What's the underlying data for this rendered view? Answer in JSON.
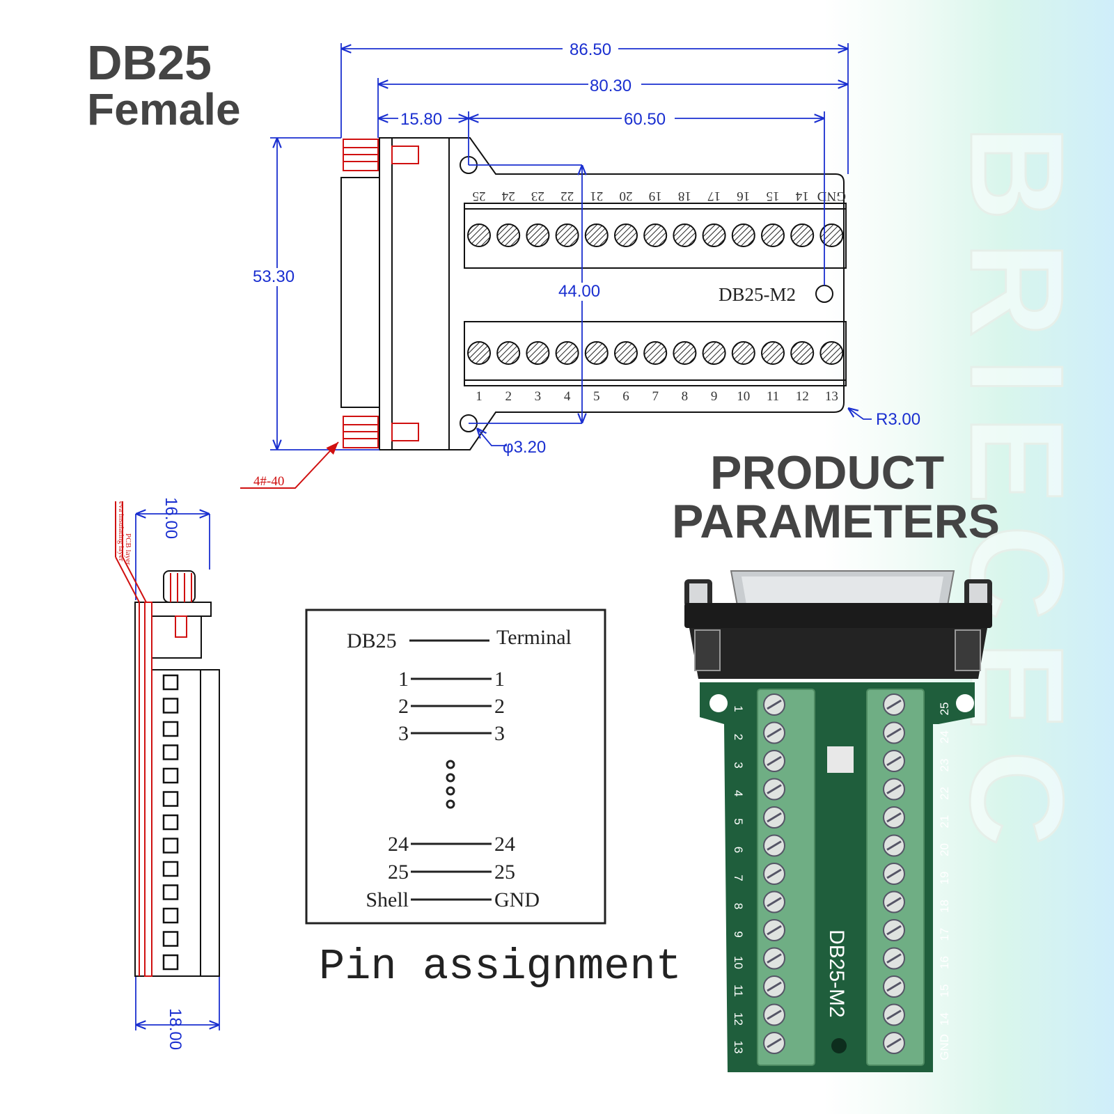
{
  "headings": {
    "title_line1": "DB25",
    "title_line2": "Female",
    "product_line1": "PRODUCT",
    "product_line2": "PARAMETERS"
  },
  "watermark": "BRIECEC",
  "top_view": {
    "dimensions": {
      "overall_width": "86.50",
      "board_width": "80.30",
      "offset": "15.80",
      "terminal_span": "60.50",
      "height": "53.30",
      "hole_spacing": "44.00",
      "corner_radius": "R3.00",
      "hole_diameter": "φ3.20",
      "screw": "4#-40"
    },
    "board_label": "DB25-M2",
    "top_row_pins": [
      "25",
      "24",
      "23",
      "22",
      "21",
      "20",
      "19",
      "18",
      "17",
      "16",
      "15",
      "14",
      "GND"
    ],
    "bottom_row_pins": [
      "1",
      "2",
      "3",
      "4",
      "5",
      "6",
      "7",
      "8",
      "9",
      "10",
      "11",
      "12",
      "13"
    ]
  },
  "side_view": {
    "dim_top": "16.00",
    "dim_bottom": "18.00",
    "layer_labels": [
      "PCB layer",
      "eva insulating layer"
    ]
  },
  "pin_assignment": {
    "header_left": "DB25",
    "header_right": "Terminal",
    "top_rows": [
      [
        "1",
        "1"
      ],
      [
        "2",
        "2"
      ],
      [
        "3",
        "3"
      ]
    ],
    "bottom_rows": [
      [
        "24",
        "24"
      ],
      [
        "25",
        "25"
      ],
      [
        "Shell",
        "GND"
      ]
    ],
    "caption": "Pin assignment"
  },
  "photo": {
    "board_label": "DB25-M2",
    "left_pins": [
      "1",
      "2",
      "3",
      "4",
      "5",
      "6",
      "7",
      "8",
      "9",
      "10",
      "11",
      "12",
      "13"
    ],
    "right_pins": [
      "25",
      "24",
      "23",
      "22",
      "21",
      "20",
      "19",
      "18",
      "17",
      "16",
      "15",
      "14",
      "GND"
    ]
  },
  "colors": {
    "dimension_blue": "#1a2fd0",
    "callout_red": "#d01010",
    "pcb_green": "#1f5e3c",
    "terminal_green": "#6fae84",
    "heading_gray": "#444444"
  }
}
